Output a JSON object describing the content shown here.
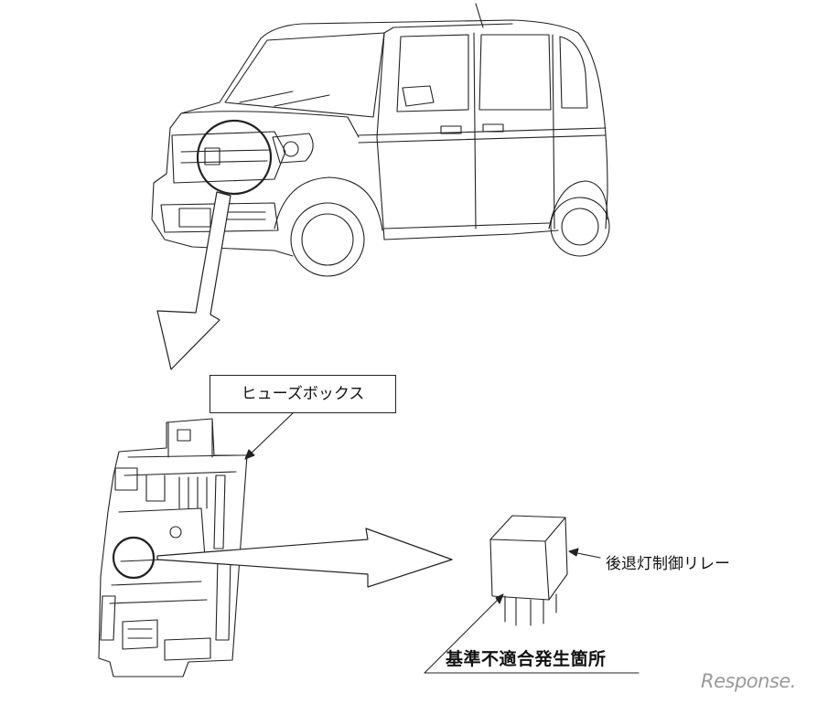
{
  "labels": {
    "fuse_box": "ヒューズボックス",
    "relay": "後退灯制御リレー",
    "nonconformity_location": "基準不適合発生箇所"
  },
  "watermark": "Response.",
  "colors": {
    "line": "#222222",
    "watermark": "#9a9a9a"
  }
}
